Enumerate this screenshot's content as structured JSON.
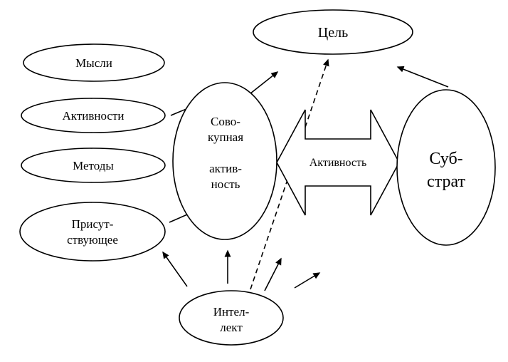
{
  "colors": {
    "stroke": "#000000",
    "background": "#ffffff"
  },
  "nodes": {
    "goal": {
      "label": "Цель"
    },
    "thoughts": {
      "label": "Мысли"
    },
    "activities": {
      "label": "Активности"
    },
    "methods": {
      "label": "Методы"
    },
    "present": {
      "line1": "Присут-",
      "line2": "ствующее"
    },
    "aggregate": {
      "line1": "Сово-",
      "line2": "купная",
      "line3": "актив-",
      "line4": "ность"
    },
    "substrate": {
      "line1": "Суб-",
      "line2": "страт"
    },
    "intellect": {
      "line1": "Интел-",
      "line2": "лект"
    },
    "activity_connector": {
      "label": "Активность"
    }
  }
}
